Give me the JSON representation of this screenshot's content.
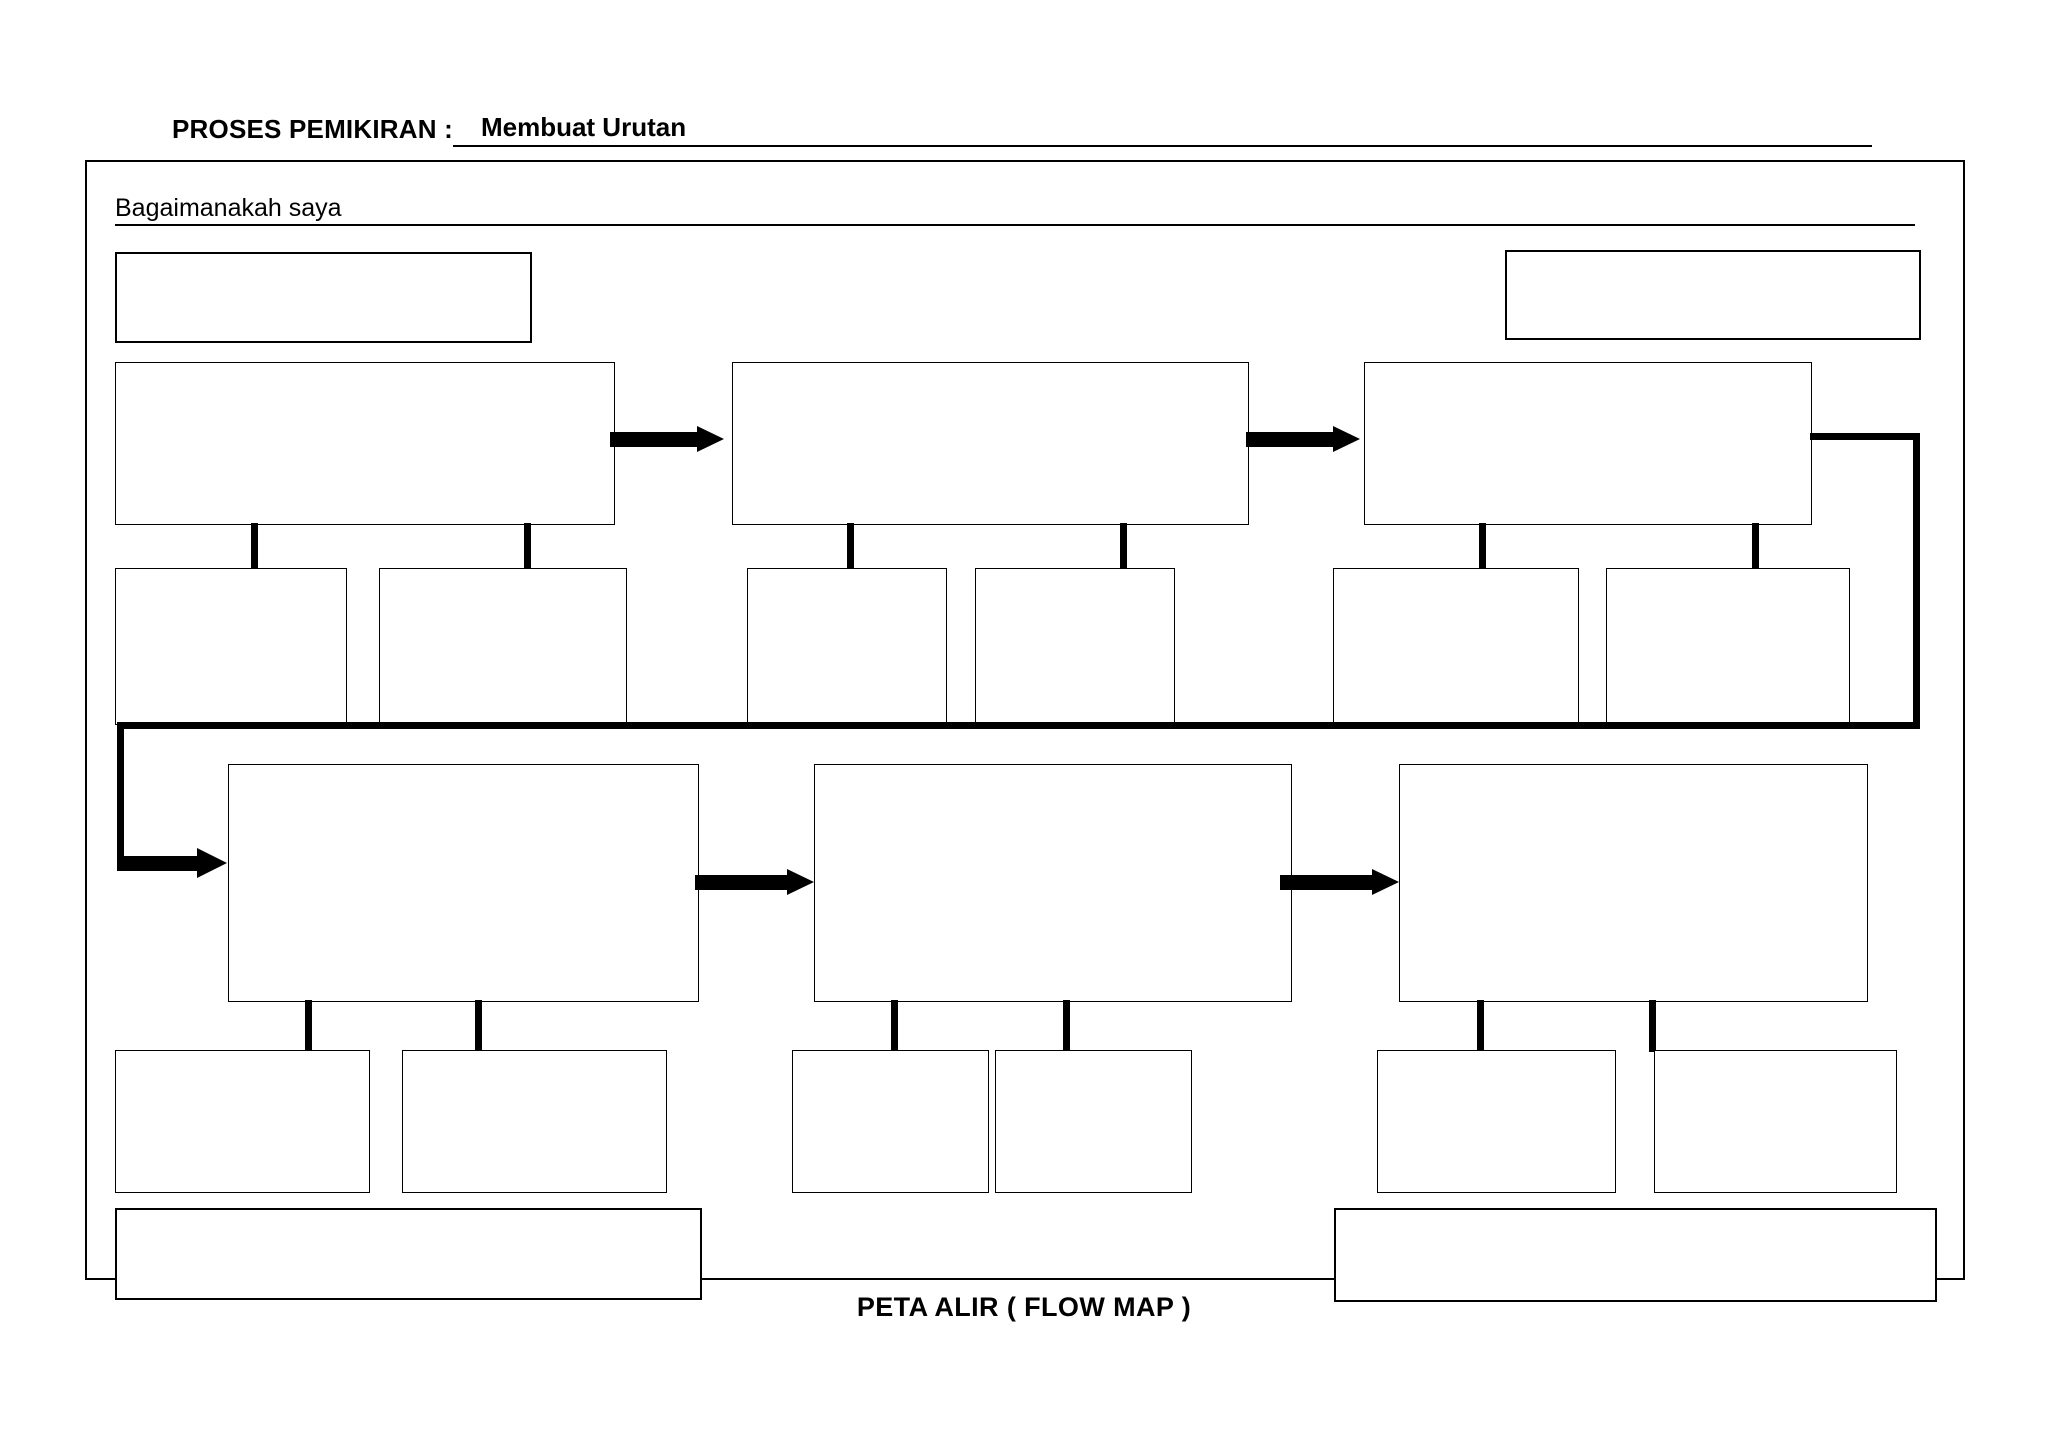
{
  "header": {
    "label": "PROSES PEMIKIRAN  :",
    "value": "  Membuat Urutan"
  },
  "frame": {
    "question_label": "Bagaimanakah saya",
    "question_value": ""
  },
  "caption": "PETA ALIR ( FLOW MAP )",
  "top_boxes": [
    {
      "name": "top-left-box",
      "text": ""
    },
    {
      "name": "top-right-box",
      "text": ""
    }
  ],
  "row1": {
    "steps": [
      {
        "text": "",
        "substeps": [
          {
            "text": ""
          },
          {
            "text": ""
          }
        ]
      },
      {
        "text": "",
        "substeps": [
          {
            "text": ""
          },
          {
            "text": ""
          }
        ]
      },
      {
        "text": "",
        "substeps": [
          {
            "text": ""
          },
          {
            "text": ""
          }
        ]
      }
    ]
  },
  "row2": {
    "steps": [
      {
        "text": "",
        "substeps": [
          {
            "text": ""
          },
          {
            "text": ""
          }
        ]
      },
      {
        "text": "",
        "substeps": [
          {
            "text": ""
          },
          {
            "text": ""
          }
        ]
      },
      {
        "text": "",
        "substeps": [
          {
            "text": ""
          },
          {
            "text": ""
          }
        ]
      }
    ]
  },
  "bottom_boxes": [
    {
      "name": "bottom-left-box",
      "text": ""
    },
    {
      "name": "bottom-right-box",
      "text": ""
    }
  ],
  "colors": {
    "ink": "#000000",
    "paper": "#ffffff"
  }
}
